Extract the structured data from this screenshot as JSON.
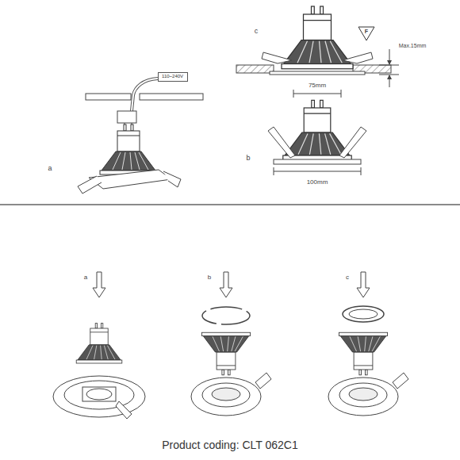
{
  "diagram": {
    "caption": "Product coding: CLT 062C1",
    "nodes": [
      {
        "text": [
          "110~240V"
        ]
      }
    ],
    "labels": [
      "c",
      "F",
      "Max.15mm",
      "75mm",
      "a",
      "b",
      "100mm",
      "a",
      "b",
      "c"
    ]
  }
}
